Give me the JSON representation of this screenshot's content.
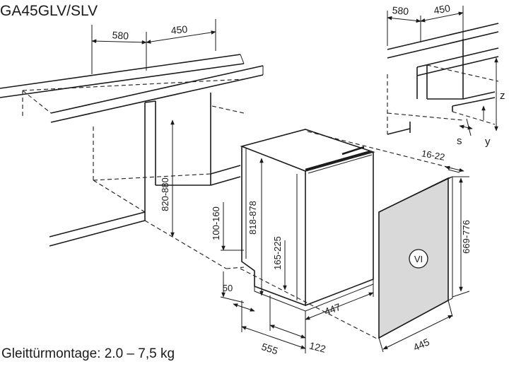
{
  "title": "GA45GLV/SLV",
  "footer": "Gleittürmontage: 2.0 – 7,5 kg",
  "panel_symbol": "VI",
  "dimensions": {
    "depth_580_main": "580",
    "width_450_main": "450",
    "height_820_880": "820-880",
    "appliance_818_878": "818-878",
    "plinth_100_160": "100-160",
    "plinth_165_225": "165-225",
    "plinth_50": "50",
    "depth_555": "555",
    "gap_122": "122",
    "width_447": "447",
    "panel_16_22": "16-22",
    "panel_669_776": "669-776",
    "panel_445": "445",
    "depth_580_detail": "580",
    "width_450_detail": "450",
    "label_z": "z",
    "label_s": "s",
    "label_y": "y"
  },
  "colors": {
    "line": "#1a1a1a",
    "panel_fill": "#d9d9d9",
    "background": "#ffffff"
  }
}
